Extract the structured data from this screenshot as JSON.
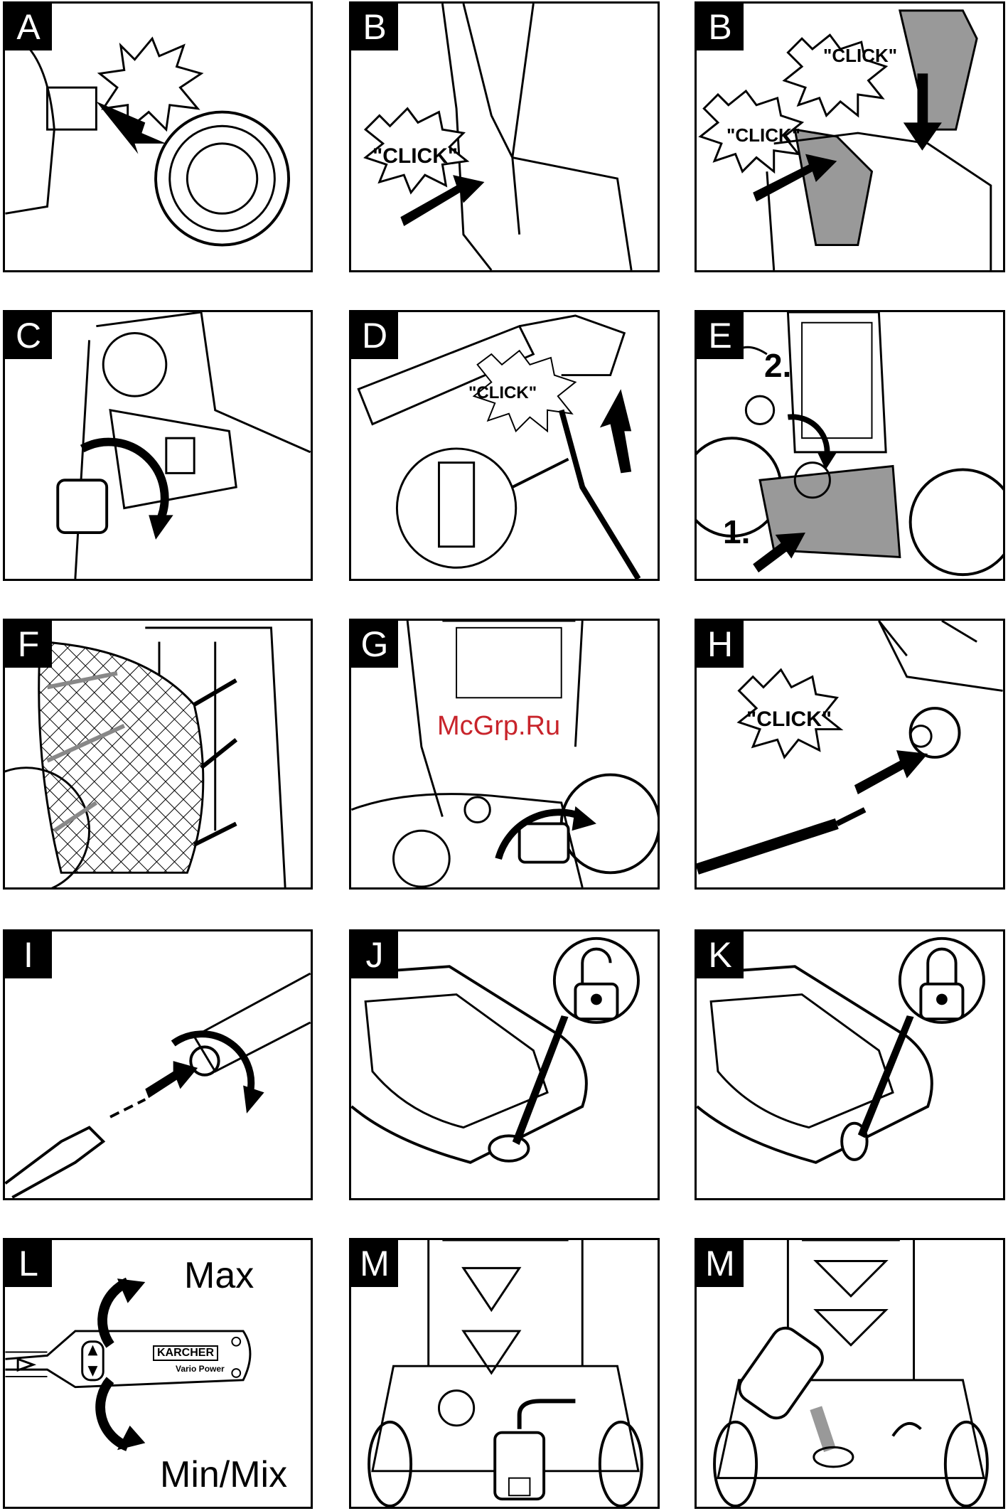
{
  "panels": [
    {
      "letter": "A"
    },
    {
      "letter": "B",
      "callout": "\"CLICK\""
    },
    {
      "letter": "B",
      "callouts": [
        "\"CLICK\"",
        "\"CLICK\""
      ]
    },
    {
      "letter": "C"
    },
    {
      "letter": "D",
      "callout": "\"CLICK\""
    },
    {
      "letter": "E",
      "steps": [
        "1.",
        "2."
      ]
    },
    {
      "letter": "F"
    },
    {
      "letter": "G"
    },
    {
      "letter": "H",
      "callout": "\"CLICK\""
    },
    {
      "letter": "I"
    },
    {
      "letter": "J"
    },
    {
      "letter": "K"
    },
    {
      "letter": "L",
      "labels": [
        "Max",
        "Min/Mix"
      ],
      "brand": "KARCHER",
      "sub": "Vario Power"
    },
    {
      "letter": "M"
    },
    {
      "letter": "M"
    }
  ],
  "watermark": "McGrp.Ru",
  "colors": {
    "ink": "#000000",
    "shade": "#999999",
    "watermark": "#c8242b"
  }
}
